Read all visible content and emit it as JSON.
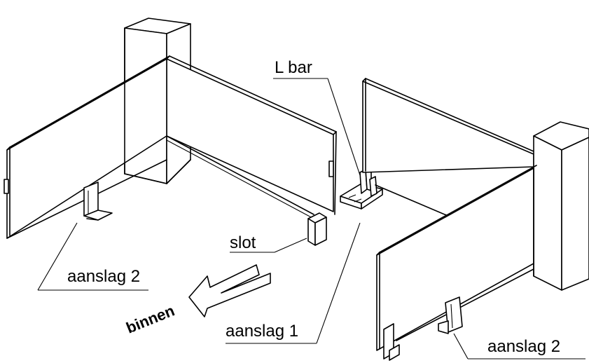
{
  "labels": {
    "l_bar": "L bar",
    "slot": "slot",
    "aanslag_2_left": "aanslag 2",
    "binnen": "binnen",
    "aanslag_1": "aanslag 1",
    "aanslag_2_right": "aanslag 2"
  }
}
